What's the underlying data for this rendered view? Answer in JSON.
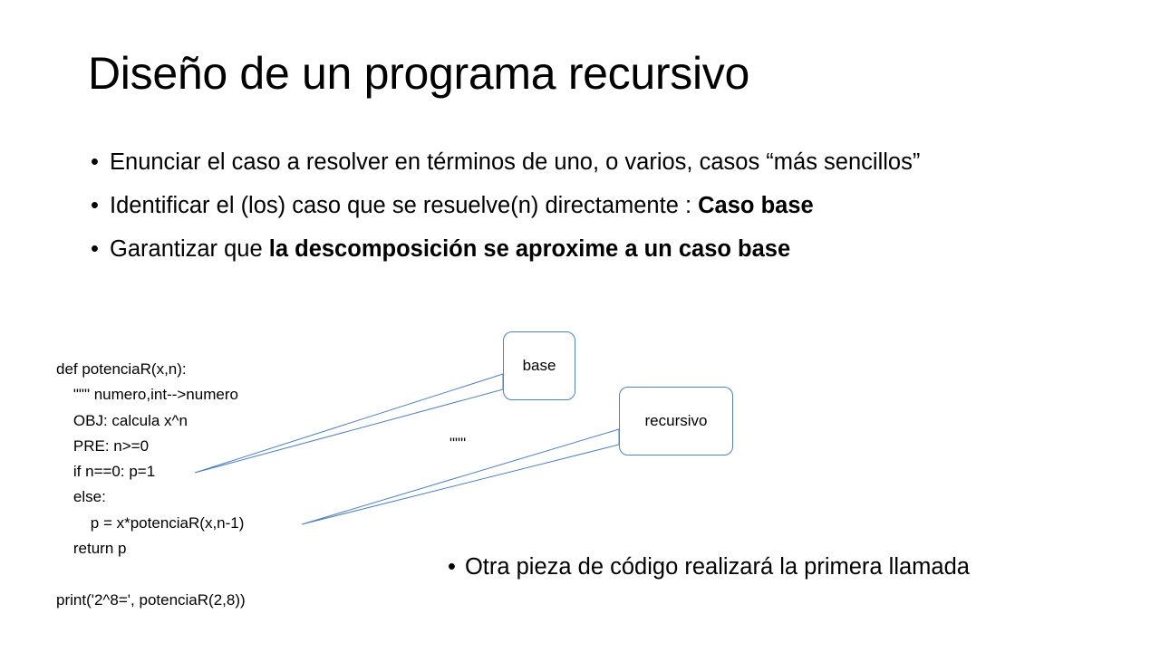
{
  "slide": {
    "title": "Diseño de un programa recursivo",
    "bullets": [
      {
        "segments": [
          {
            "text": "Enunciar el caso a resolver en términos de uno, o varios, casos “más sencillos”",
            "bold": false
          }
        ]
      },
      {
        "segments": [
          {
            "text": " Identificar el (los) caso que se resuelve(n) directamente : ",
            "bold": false
          },
          {
            "text": "Caso base",
            "bold": true
          }
        ]
      },
      {
        "segments": [
          {
            "text": "Garantizar que ",
            "bold": false
          },
          {
            "text": "la descomposición se aproxime a un caso base",
            "bold": true
          }
        ]
      }
    ],
    "bullet_marker": "•",
    "code_lines": [
      "def potenciaR(x,n):",
      "    \"\"\" numero,int-->numero",
      "    OBJ: calcula x^n",
      "    PRE: n>=0",
      "    if n==0: p=1",
      "    else:",
      "        p = x*potenciaR(x,n-1)",
      "    return p",
      "",
      "print('2^8=', potenciaR(2,8))"
    ],
    "stray_quote": "\"\"\"",
    "callouts": {
      "base": "base",
      "recursive": "recursivo"
    },
    "bottom_bullet": "Otra pieza de código realizará la primera llamada",
    "callout_border_color": "#4f81bd"
  }
}
